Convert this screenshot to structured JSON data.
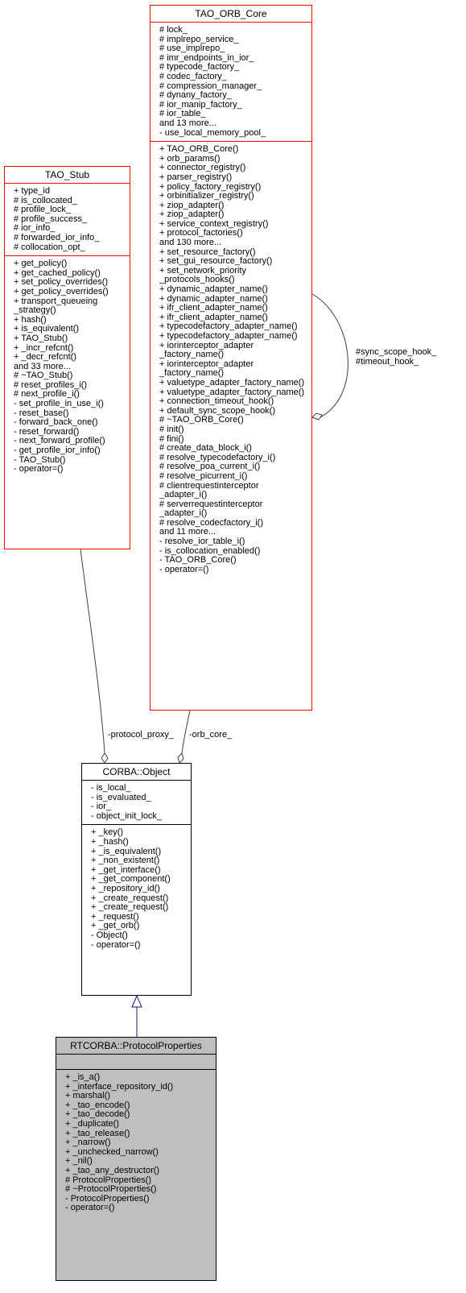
{
  "classes": {
    "tao_orb_core": {
      "name": "TAO_ORB_Core",
      "attributes": [
        "# lock_",
        "# implrepo_service_",
        "# use_implrepo_",
        "# imr_endpoints_in_ior_",
        "# typecode_factory_",
        "# codec_factory_",
        "# compression_manager_",
        "# dynany_factory_",
        "# ior_manip_factory_",
        "# ior_table_",
        "and 13 more...",
        "- use_local_memory_pool_"
      ],
      "methods": [
        "+ TAO_ORB_Core()",
        "+ orb_params()",
        "+ connector_registry()",
        "+ parser_registry()",
        "+ policy_factory_registry()",
        "+ orbinitializer_registry()",
        "+ ziop_adapter()",
        "+ ziop_adapter()",
        "+ service_context_registry()",
        "+ protocol_factories()",
        "and 130 more...",
        "+ set_resource_factory()",
        "+ set_gui_resource_factory()",
        "+ set_network_priority\n_protocols_hooks()",
        "+ dynamic_adapter_name()",
        "+ dynamic_adapter_name()",
        "+ ifr_client_adapter_name()",
        "+ ifr_client_adapter_name()",
        "+ typecodefactory_adapter_name()",
        "+ typecodefactory_adapter_name()",
        "+ iorinterceptor_adapter\n_factory_name()",
        "+ iorinterceptor_adapter\n_factory_name()",
        "+ valuetype_adapter_factory_name()",
        "+ valuetype_adapter_factory_name()",
        "+ connection_timeout_hook()",
        "+ default_sync_scope_hook()",
        "# ~TAO_ORB_Core()",
        "# init()",
        "# fini()",
        "# create_data_block_i()",
        "# resolve_typecodefactory_i()",
        "# resolve_poa_current_i()",
        "# resolve_picurrent_i()",
        "# clientrequestinterceptor\n_adapter_i()",
        "# serverrequestinterceptor\n_adapter_i()",
        "# resolve_codecfactory_i()",
        "and 11 more...",
        "- resolve_ior_table_i()",
        "- is_collocation_enabled()",
        "- TAO_ORB_Core()",
        "- operator=()"
      ]
    },
    "tao_stub": {
      "name": "TAO_Stub",
      "attributes": [
        "+ type_id",
        "# is_collocated_",
        "# profile_lock_",
        "# profile_success_",
        "# ior_info_",
        "# forwarded_ior_info_",
        "# collocation_opt_"
      ],
      "methods": [
        "+ get_policy()",
        "+ get_cached_policy()",
        "+ set_policy_overrides()",
        "+ get_policy_overrides()",
        "+ transport_queueing\n_strategy()",
        "+ hash()",
        "+ is_equivalent()",
        "+ TAO_Stub()",
        "+ _incr_refcnt()",
        "+ _decr_refcnt()",
        "and 33 more...",
        "# ~TAO_Stub()",
        "# reset_profiles_i()",
        "# next_profile_i()",
        "- set_profile_in_use_i()",
        "- reset_base()",
        "- forward_back_one()",
        "- reset_forward()",
        "- next_forward_profile()",
        "- get_profile_ior_info()",
        "- TAO_Stub()",
        "- operator=()"
      ]
    },
    "corba_object": {
      "name": "CORBA::Object",
      "attributes": [
        "- is_local_",
        "- is_evaluated_",
        "- ior_",
        "- object_init_lock_"
      ],
      "methods": [
        "+ _key()",
        "+ _hash()",
        "+ _is_equivalent()",
        "+ _non_existent()",
        "+ _get_interface()",
        "+ _get_component()",
        "+ _repository_id()",
        "+ _create_request()",
        "+ _create_request()",
        "+ _request()",
        "+ _get_orb()",
        "- Object()",
        "- operator=()"
      ]
    },
    "protocol_properties": {
      "name": "RTCORBA::ProtocolProperties",
      "attributes": [],
      "methods": [
        "+ _is_a()",
        "+ _interface_repository_id()",
        "+ marshal()",
        "+ _tao_encode()",
        "+ _tao_decode()",
        "+ _duplicate()",
        "+ _tao_release()",
        "+ _narrow()",
        "+ _unchecked_narrow()",
        "+ _nil()",
        "+ _tao_any_destructor()",
        "# ProtocolProperties()",
        "# ~ProtocolProperties()",
        "- ProtocolProperties()",
        "- operator=()"
      ]
    }
  },
  "edges": {
    "protocol_proxy_label": "-protocol_proxy_",
    "orb_core_label": "-orb_core_",
    "self_label": "#sync_scope_hook_\n#timeout_hook_"
  },
  "colors": {
    "usage_edge": "#404040",
    "inheritance_edge": "#191970",
    "highlight_class_border": "#ff0000",
    "focus_class_fill": "#bfbfbf"
  }
}
